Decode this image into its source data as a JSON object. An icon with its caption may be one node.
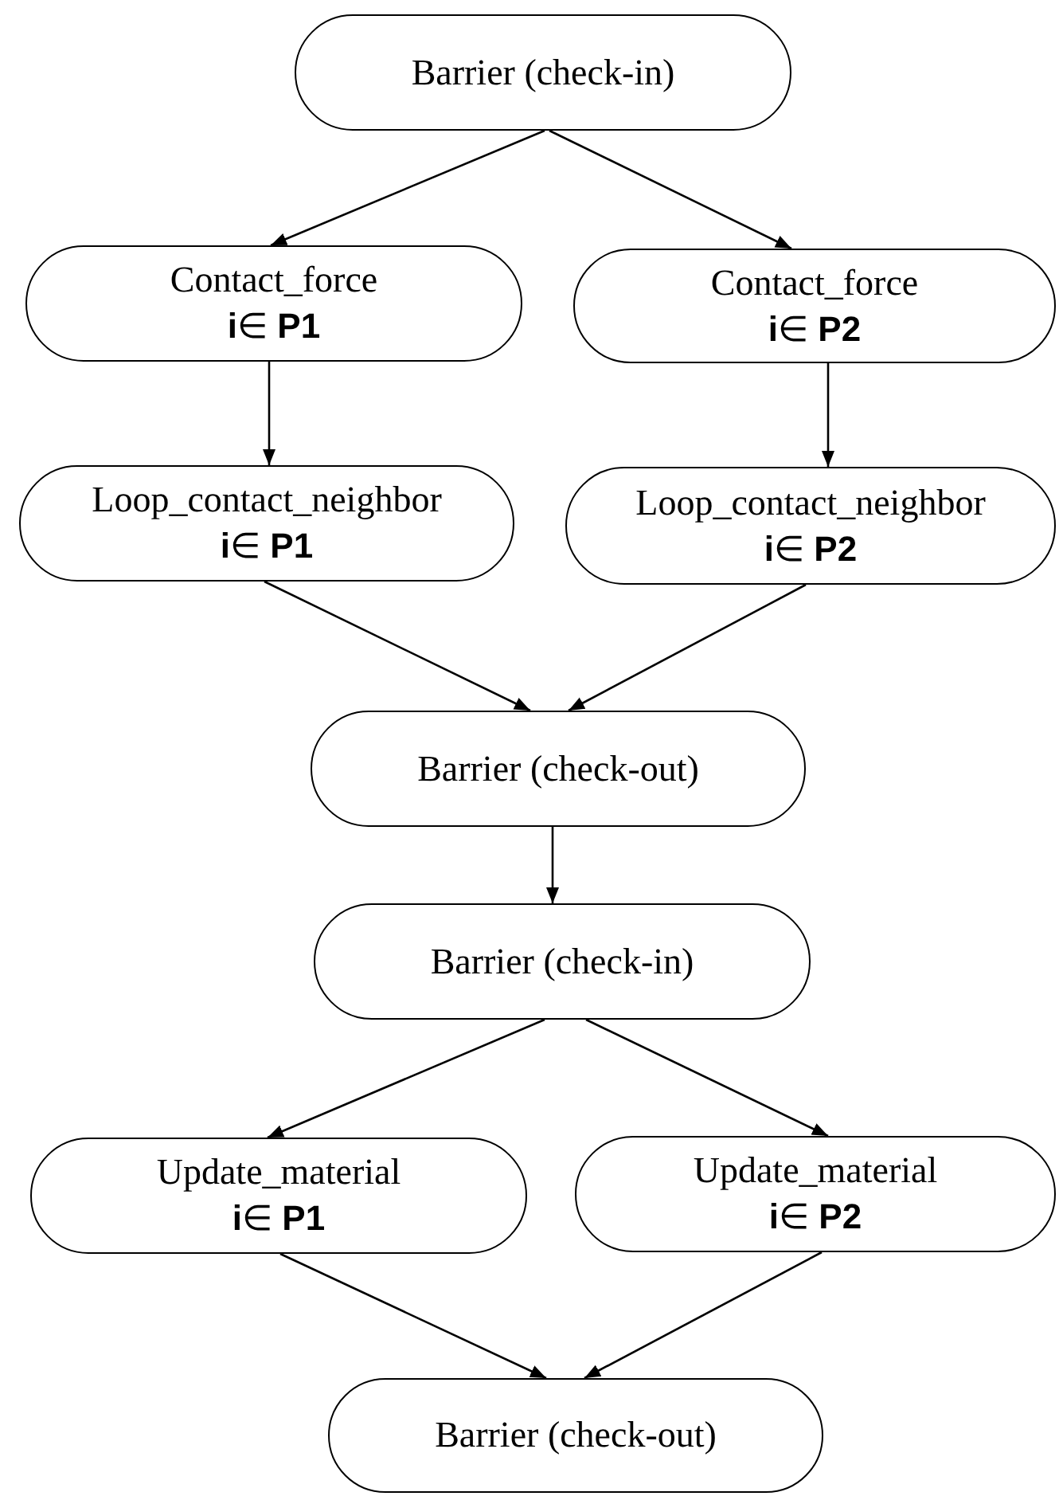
{
  "diagram": {
    "nodes": [
      {
        "text": [
          "Barrier (check-in)"
        ]
      },
      {
        "text": [
          "Contact_force",
          "**i**∈ **P1**"
        ]
      },
      {
        "text": [
          "Contact_force",
          "**i**∈ **P2**"
        ]
      },
      {
        "text": [
          "Loop_contact_neighbor",
          "**i**∈ **P1**"
        ]
      },
      {
        "text": [
          "Loop_contact_neighbor",
          "**i**∈ **P2**"
        ]
      },
      {
        "text": [
          "Barrier (check-out)"
        ]
      },
      {
        "text": [
          "Barrier (check-in)"
        ]
      },
      {
        "text": [
          "Update_material",
          "**i**∈ **P1**"
        ]
      },
      {
        "text": [
          "Update_material",
          "**i**∈ **P2**"
        ]
      },
      {
        "text": [
          "Barrier (check-out)"
        ]
      }
    ],
    "edges": [
      {
        "from": 0,
        "to": 1,
        "arrow": "to"
      },
      {
        "from": 0,
        "to": 2,
        "arrow": "to"
      },
      {
        "from": 1,
        "to": 3,
        "arrow": "to"
      },
      {
        "from": 2,
        "to": 4,
        "arrow": "to"
      },
      {
        "from": 3,
        "to": 5,
        "arrow": "to"
      },
      {
        "from": 4,
        "to": 5,
        "arrow": "to"
      },
      {
        "from": 5,
        "to": 6,
        "arrow": "to"
      },
      {
        "from": 6,
        "to": 7,
        "arrow": "to"
      },
      {
        "from": 6,
        "to": 8,
        "arrow": "to"
      },
      {
        "from": 7,
        "to": 9,
        "arrow": "to"
      },
      {
        "from": 8,
        "to": 9,
        "arrow": "to"
      }
    ]
  }
}
